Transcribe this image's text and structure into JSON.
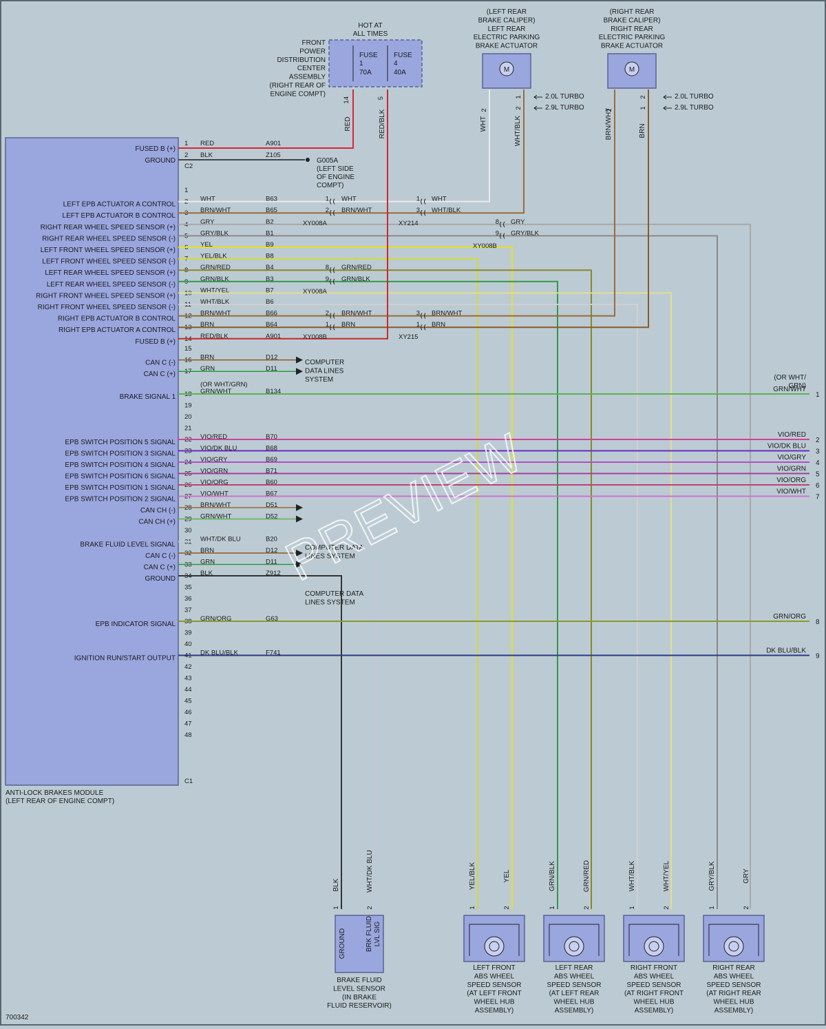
{
  "image_id": "700342",
  "watermark": "PREVIEW",
  "colors": {
    "background": "#bccbd3",
    "component_fill": "#9aa6de",
    "component_stroke": "#5a6295",
    "wire_text": "#1a1a1a"
  },
  "module": {
    "name": [
      "ANTI-LOCK BRAKES MODULE",
      "(LEFT REAR OF ENGINE COMPT)"
    ],
    "connector_c2": "C2",
    "connector_c1": "C1"
  },
  "c2_pins": [
    {
      "pin": "1",
      "function": "FUSED B (+)",
      "color": "RED",
      "circuit": "A901"
    },
    {
      "pin": "2",
      "function": "GROUND",
      "color": "BLK",
      "circuit": "Z105"
    }
  ],
  "ground_g005a": [
    "G005A",
    "(LEFT SIDE",
    "OF ENGINE",
    "COMPT)"
  ],
  "pins": [
    {
      "pin": "1",
      "function": "",
      "color": "",
      "circuit": ""
    },
    {
      "pin": "2",
      "function": "LEFT EPB ACTUATOR A CONTROL",
      "color": "WHT",
      "circuit": "B63"
    },
    {
      "pin": "3",
      "function": "LEFT EPB ACTUATOR B CONTROL",
      "color": "BRN/WHT",
      "circuit": "B65"
    },
    {
      "pin": "4",
      "function": "RIGHT REAR WHEEL SPEED SENSOR (+)",
      "color": "GRY",
      "circuit": "B2"
    },
    {
      "pin": "5",
      "function": "RIGHT REAR WHEEL SPEED SENSOR (-)",
      "color": "GRY/BLK",
      "circuit": "B1"
    },
    {
      "pin": "6",
      "function": "LEFT FRONT WHEEL SPEED SENSOR (+)",
      "color": "YEL",
      "circuit": "B9"
    },
    {
      "pin": "7",
      "function": "LEFT FRONT WHEEL SPEED SENSOR (-)",
      "color": "YEL/BLK",
      "circuit": "B8"
    },
    {
      "pin": "8",
      "function": "LEFT REAR WHEEL SPEED SENSOR (+)",
      "color": "GRN/RED",
      "circuit": "B4"
    },
    {
      "pin": "9",
      "function": "LEFT REAR WHEEL SPEED SENSOR (-)",
      "color": "GRN/BLK",
      "circuit": "B3"
    },
    {
      "pin": "10",
      "function": "RIGHT FRONT WHEEL SPEED SENSOR (+)",
      "color": "WHT/YEL",
      "circuit": "B7"
    },
    {
      "pin": "11",
      "function": "RIGHT FRONT WHEEL SPEED SENSOR (-)",
      "color": "WHT/BLK",
      "circuit": "B6"
    },
    {
      "pin": "12",
      "function": "RIGHT EPB ACTUATOR B CONTROL",
      "color": "BRN/WHT",
      "circuit": "B66"
    },
    {
      "pin": "13",
      "function": "RIGHT EPB ACTUATOR A CONTROL",
      "color": "BRN",
      "circuit": "B64"
    },
    {
      "pin": "14",
      "function": "FUSED B (+)",
      "color": "RED/BLK",
      "circuit": "A901"
    },
    {
      "pin": "15",
      "function": "",
      "color": "",
      "circuit": ""
    },
    {
      "pin": "16",
      "function": "CAN C (-)",
      "color": "BRN",
      "circuit": "D12"
    },
    {
      "pin": "17",
      "function": "CAN C (+)",
      "color": "GRN",
      "circuit": "D11"
    },
    {
      "pin": "18",
      "function": "BRAKE SIGNAL 1",
      "color": "GRN/WHT",
      "circuit": "B134"
    },
    {
      "pin": "19",
      "function": "",
      "color": "",
      "circuit": ""
    },
    {
      "pin": "20",
      "function": "",
      "color": "",
      "circuit": ""
    },
    {
      "pin": "21",
      "function": "",
      "color": "",
      "circuit": ""
    },
    {
      "pin": "22",
      "function": "EPB SWITCH POSITION 5 SIGNAL",
      "color": "VIO/RED",
      "circuit": "B70"
    },
    {
      "pin": "23",
      "function": "EPB SWITCH POSITION 3 SIGNAL",
      "color": "VIO/DK BLU",
      "circuit": "B68"
    },
    {
      "pin": "24",
      "function": "EPB SWITCH POSITION 4 SIGNAL",
      "color": "VIO/GRY",
      "circuit": "B69"
    },
    {
      "pin": "25",
      "function": "EPB SWITCH POSITION 6 SIGNAL",
      "color": "VIO/GRN",
      "circuit": "B71"
    },
    {
      "pin": "26",
      "function": "EPB SWITCH POSITION 1 SIGNAL",
      "color": "VIO/ORG",
      "circuit": "B60"
    },
    {
      "pin": "27",
      "function": "EPB SWITCH POSITION 2 SIGNAL",
      "color": "VIO/WHT",
      "circuit": "B67"
    },
    {
      "pin": "28",
      "function": "CAN CH (-)",
      "color": "BRN/WHT",
      "circuit": "D51"
    },
    {
      "pin": "29",
      "function": "CAN CH (+)",
      "color": "GRN/WHT",
      "circuit": "D52"
    },
    {
      "pin": "30",
      "function": "",
      "color": "",
      "circuit": ""
    },
    {
      "pin": "31",
      "function": "BRAKE FLUID LEVEL SIGNAL",
      "color": "WHT/DK BLU",
      "circuit": "B20"
    },
    {
      "pin": "32",
      "function": "CAN C (-)",
      "color": "BRN",
      "circuit": "D12"
    },
    {
      "pin": "33",
      "function": "CAN C (+)",
      "color": "GRN",
      "circuit": "D11"
    },
    {
      "pin": "34",
      "function": "GROUND",
      "color": "BLK",
      "circuit": "Z912"
    },
    {
      "pin": "35",
      "function": "",
      "color": "",
      "circuit": ""
    },
    {
      "pin": "36",
      "function": "",
      "color": "",
      "circuit": ""
    },
    {
      "pin": "37",
      "function": "",
      "color": "",
      "circuit": ""
    },
    {
      "pin": "38",
      "function": "EPB INDICATOR SIGNAL",
      "color": "GRN/ORG",
      "circuit": "G63"
    },
    {
      "pin": "39",
      "function": "",
      "color": "",
      "circuit": ""
    },
    {
      "pin": "40",
      "function": "",
      "color": "",
      "circuit": ""
    },
    {
      "pin": "41",
      "function": "IGNITION RUN/START OUTPUT",
      "color": "DK BLU/BLK",
      "circuit": "F741"
    },
    {
      "pin": "42",
      "function": "",
      "color": "",
      "circuit": ""
    },
    {
      "pin": "43",
      "function": "",
      "color": "",
      "circuit": ""
    },
    {
      "pin": "44",
      "function": "",
      "color": "",
      "circuit": ""
    },
    {
      "pin": "45",
      "function": "",
      "color": "",
      "circuit": ""
    },
    {
      "pin": "46",
      "function": "",
      "color": "",
      "circuit": ""
    },
    {
      "pin": "47",
      "function": "",
      "color": "",
      "circuit": ""
    },
    {
      "pin": "48",
      "function": "",
      "color": "",
      "circuit": ""
    }
  ],
  "or_note_18": "(OR WHT/GRN)",
  "or_note_right": [
    "(OR WHT/",
    "GRN)"
  ],
  "computer_data_1": [
    "COMPUTER",
    "DATA LINES",
    "SYSTEM"
  ],
  "computer_data_2": [
    "COMPUTER DATA",
    "LINES SYSTEM"
  ],
  "computer_data_3": [
    "COMPUTER DATA",
    "LINES SYSTEM"
  ],
  "right_exits": [
    {
      "num": "1",
      "color": "GRN/WHT"
    },
    {
      "num": "2",
      "color": "VIO/RED"
    },
    {
      "num": "3",
      "color": "VIO/DK BLU"
    },
    {
      "num": "4",
      "color": "VIO/GRY"
    },
    {
      "num": "5",
      "color": "VIO/GRN"
    },
    {
      "num": "6",
      "color": "VIO/ORG"
    },
    {
      "num": "7",
      "color": "VIO/WHT"
    },
    {
      "num": "8",
      "color": "GRN/ORG"
    },
    {
      "num": "9",
      "color": "DK BLU/BLK"
    }
  ],
  "fuse_box": {
    "hot_label": [
      "HOT AT",
      "ALL TIMES"
    ],
    "name": [
      "FRONT",
      "POWER",
      "DISTRIBUTION",
      "CENTER",
      "ASSEMBLY",
      "(RIGHT REAR OF",
      "ENGINE COMPT)"
    ],
    "fuse1": [
      "FUSE",
      "1",
      "70A"
    ],
    "fuse4": [
      "FUSE",
      "4",
      "40A"
    ],
    "pin_left": "14",
    "pin_right": "5",
    "wire_left": "RED",
    "wire_right": "RED/BLK"
  },
  "left_caliper": {
    "name": [
      "(LEFT REAR",
      "BRAKE CALIPER)",
      "LEFT REAR",
      "ELECTRIC PARKING",
      "BRAKE ACTUATOR"
    ],
    "motor": "M",
    "pin_left": "2",
    "pin_right": "2",
    "pin_right_alt": "1",
    "wire_left": "WHT",
    "wire_right": "WHT/BLK",
    "turbo1": "2.0L TURBO",
    "turbo2": "2.9L TURBO"
  },
  "right_caliper": {
    "name": [
      "(RIGHT REAR",
      "BRAKE CALIPER)",
      "RIGHT REAR",
      "ELECTRIC PARKING",
      "BRAKE ACTUATOR"
    ],
    "motor": "M",
    "pin_left": "2",
    "pin_right": "1",
    "pin_right_alt": "2",
    "wire_left": "BRN/WHT",
    "wire_right": "BRN",
    "turbo1": "2.0L TURBO",
    "turbo2": "2.9L TURBO"
  },
  "inline_connectors": {
    "xy008a": "XY008A",
    "xy008b": "XY008B",
    "xy214": "XY214",
    "xy215": "XY215",
    "row2": {
      "a_pin": "1",
      "a_color": "WHT",
      "b_pin": "1",
      "b_color": "WHT"
    },
    "row3": {
      "a_pin": "2",
      "a_color": "BRN/WHT",
      "b_pin": "3",
      "b_color": "WHT/BLK"
    },
    "row4": {
      "pin": "8",
      "color": "GRY"
    },
    "row5": {
      "pin": "9",
      "color": "GRY/BLK"
    },
    "row8": {
      "pin": "8",
      "color": "GRN/RED"
    },
    "row9": {
      "pin": "9",
      "color": "GRN/BLK"
    },
    "row12": {
      "a_pin": "2",
      "a_color": "BRN/WHT",
      "b_pin": "3",
      "b_color": "BRN/WHT"
    },
    "row13": {
      "a_pin": "1",
      "a_color": "BRN",
      "b_pin": "1",
      "b_color": "BRN"
    }
  },
  "fluid_sensor": {
    "name": [
      "BRAKE FLUID",
      "LEVEL SENSOR",
      "(IN BRAKE",
      "FLUID RESERVOIR)"
    ],
    "label_left": "GROUND",
    "label_right": [
      "BRK FLUID",
      "LVL SIG"
    ],
    "pin_left": "1",
    "pin_right": "2",
    "wire_left": "BLK",
    "wire_right": "WHT/DK BLU"
  },
  "wheel_sensors": [
    {
      "name": [
        "LEFT FRONT",
        "ABS WHEEL",
        "SPEED SENSOR",
        "(AT LEFT FRONT",
        "WHEEL HUB",
        "ASSEMBLY)"
      ],
      "wire_left": "YEL/BLK",
      "wire_right": "YEL",
      "pin_left": "1",
      "pin_right": "2"
    },
    {
      "name": [
        "LEFT REAR",
        "ABS WHEEL",
        "SPEED SENSOR",
        "(AT LEFT REAR",
        "WHEEL HUB",
        "ASSEMBLY)"
      ],
      "wire_left": "GRN/BLK",
      "wire_right": "GRN/RED",
      "pin_left": "1",
      "pin_right": "2"
    },
    {
      "name": [
        "RIGHT FRONT",
        "ABS WHEEL",
        "SPEED SENSOR",
        "(AT RIGHT FRONT",
        "WHEEL HUB",
        "ASSEMBLY)"
      ],
      "wire_left": "WHT/BLK",
      "wire_right": "WHT/YEL",
      "pin_left": "1",
      "pin_right": "2"
    },
    {
      "name": [
        "RIGHT REAR",
        "ABS WHEEL",
        "SPEED SENSOR",
        "(AT RIGHT REAR",
        "WHEEL HUB",
        "ASSEMBLY)"
      ],
      "wire_left": "GRY/BLK",
      "wire_right": "GRY",
      "pin_left": "1",
      "pin_right": "2"
    }
  ]
}
